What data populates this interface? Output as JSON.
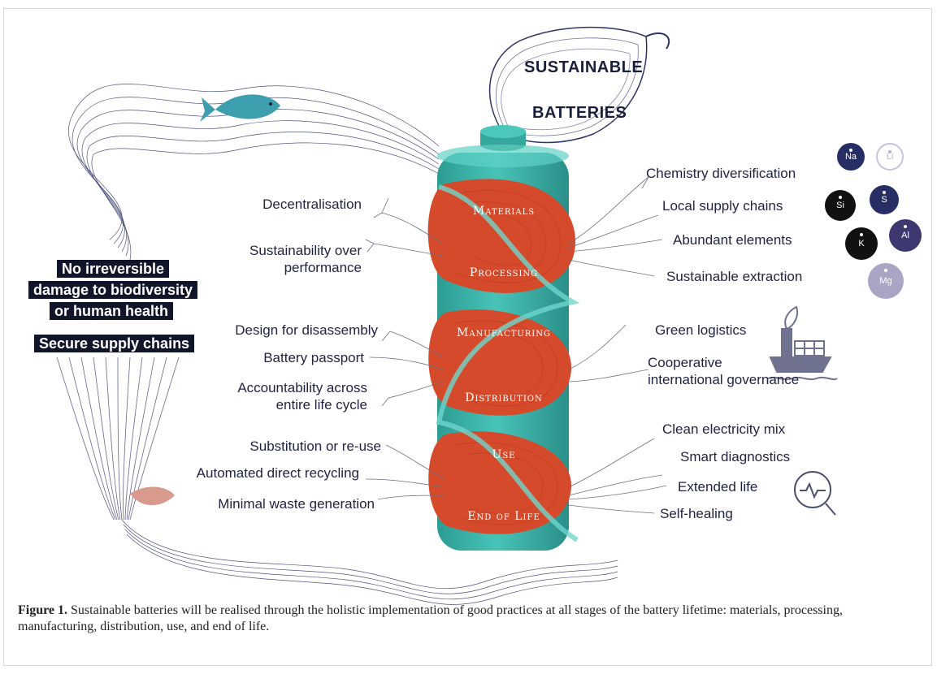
{
  "title_line1": "SUSTAINABLE",
  "title_line2": "BATTERIES",
  "stages": [
    "Materials",
    "Processing",
    "Manufacturing",
    "Distribution",
    "Use",
    "End of Life"
  ],
  "left_labels": {
    "decentralisation": "Decentralisation",
    "sustainability_1": "Sustainability over",
    "sustainability_2": "performance",
    "design": "Design for disassembly",
    "passport": "Battery passport",
    "account_1": "Accountability across",
    "account_2": "entire life cycle",
    "substitution": "Substitution or re-use",
    "recycling": "Automated direct recycling",
    "waste": "Minimal waste generation"
  },
  "right_labels": {
    "chemistry": "Chemistry diversification",
    "local": "Local supply chains",
    "abundant": "Abundant elements",
    "extraction": "Sustainable extraction",
    "green": "Green logistics",
    "coop_1": "Cooperative",
    "coop_2": "international governance",
    "clean": "Clean electricity mix",
    "smart": "Smart diagnostics",
    "extended": "Extended life",
    "healing": "Self-healing"
  },
  "badges": {
    "line1": "No irreversible",
    "line2": "damage to biodiversity",
    "line3": "or human health",
    "supply": "Secure supply chains"
  },
  "elements": [
    "Na",
    "Li",
    "Si",
    "S",
    "K",
    "Al",
    "Mg"
  ],
  "icons": [
    "fish-icon",
    "leaf-icon",
    "ship-icon",
    "diagnostics-magnifier-icon"
  ],
  "colors": {
    "battery": "#3bb3aa",
    "coil": "#d64a2c",
    "ribbon": "#2e3566",
    "badge": "#11152a"
  },
  "caption": {
    "label": "Figure 1.",
    "text": " Sustainable batteries will be realised through the holistic implementation of good practices at all stages of the battery lifetime: materials, processing, manufacturing, distribution, use, and end of life."
  }
}
